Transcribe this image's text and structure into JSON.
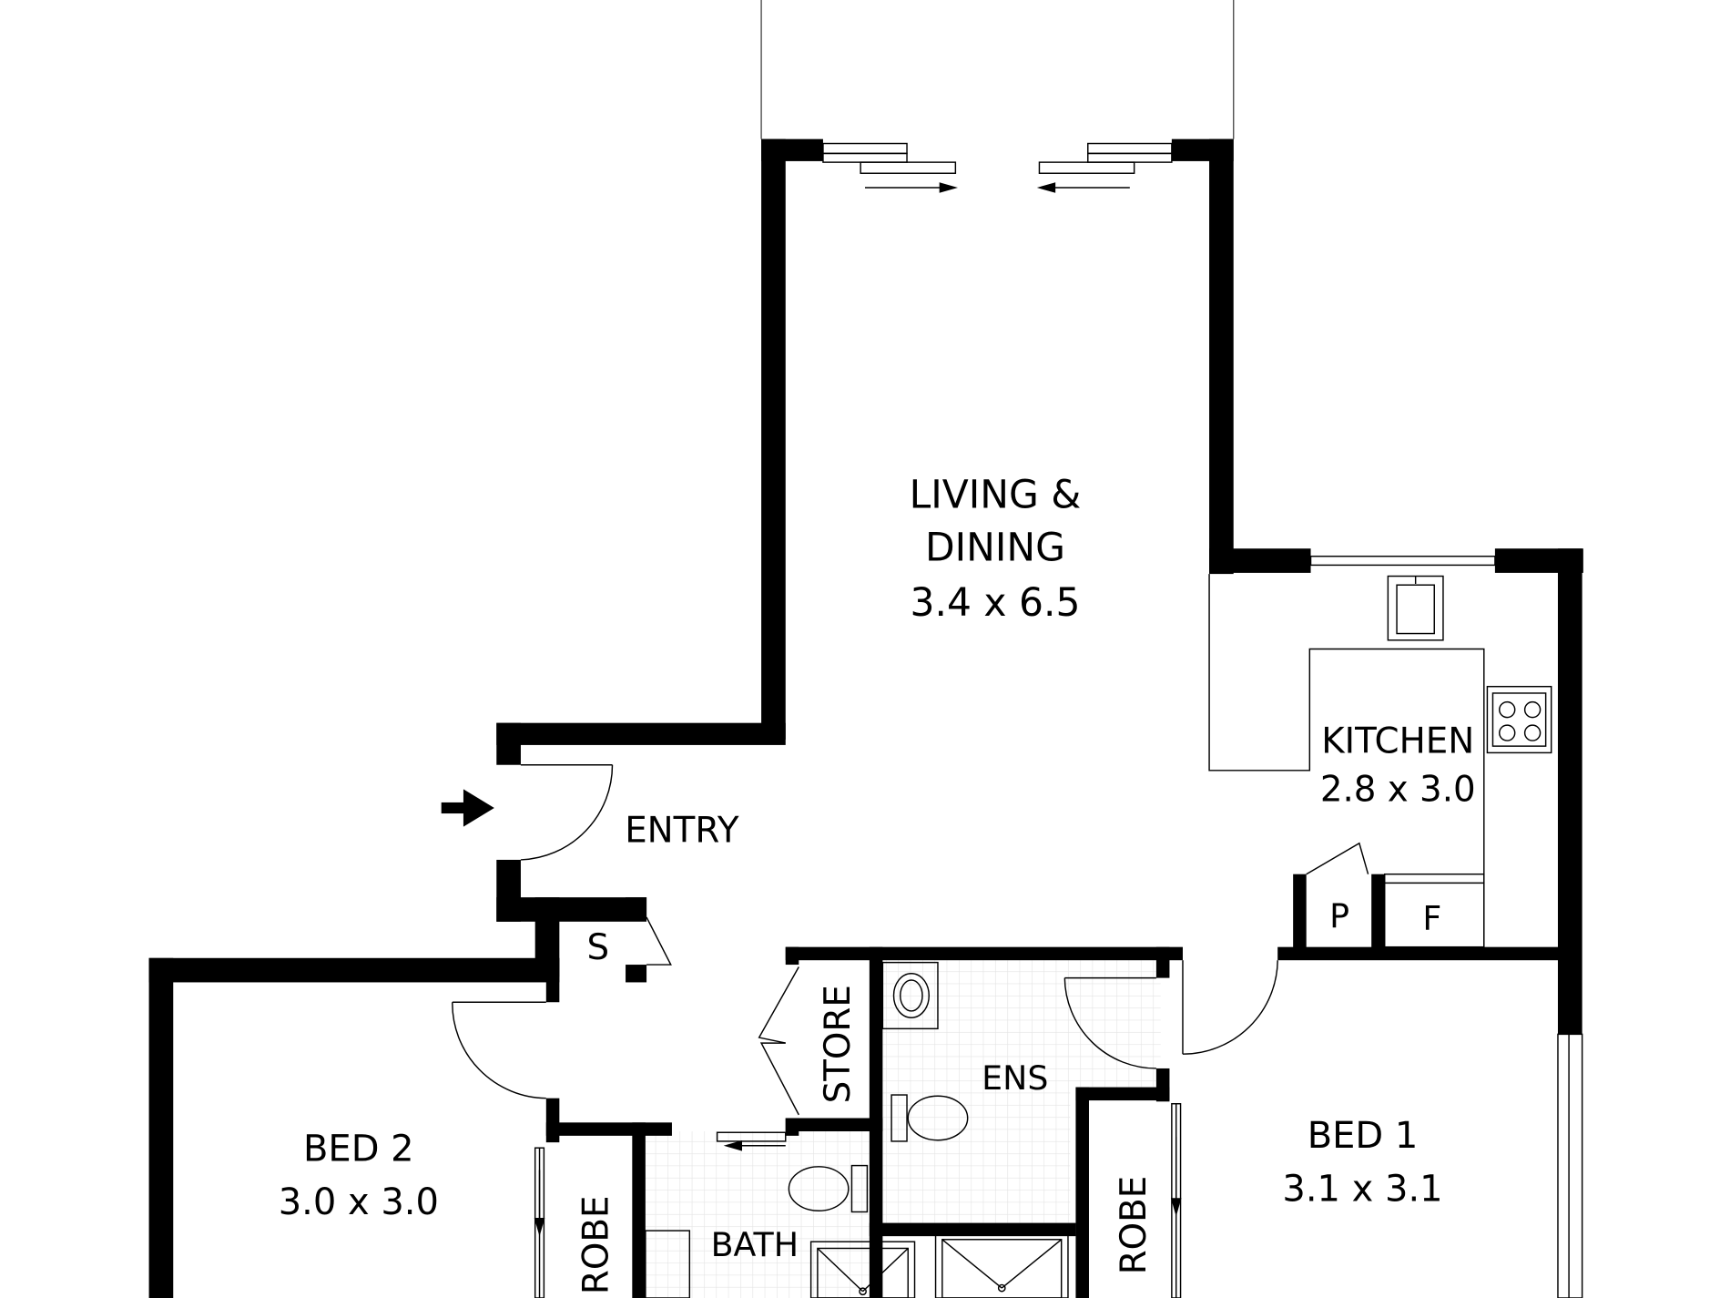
{
  "rooms": {
    "living_line1": "LIVING &",
    "living_line2": "DINING",
    "living_size": "3.4 x 6.5",
    "kitchen": "KITCHEN",
    "kitchen_size": "2.8 x 3.0",
    "entry": "ENTRY",
    "store_s": "S",
    "pantry": "P",
    "fridge": "F",
    "store": "STORE",
    "ensuite": "ENS",
    "bed1": "BED 1",
    "bed1_size": "3.1 x 3.1",
    "bed2": "BED 2",
    "bed2_size": "3.0 x 3.0",
    "robe_left": "ROBE",
    "robe_right": "ROBE",
    "bath": "BATH"
  },
  "colors": {
    "wall": "#000000",
    "tile": "#e6e6e6",
    "background": "#ffffff"
  }
}
